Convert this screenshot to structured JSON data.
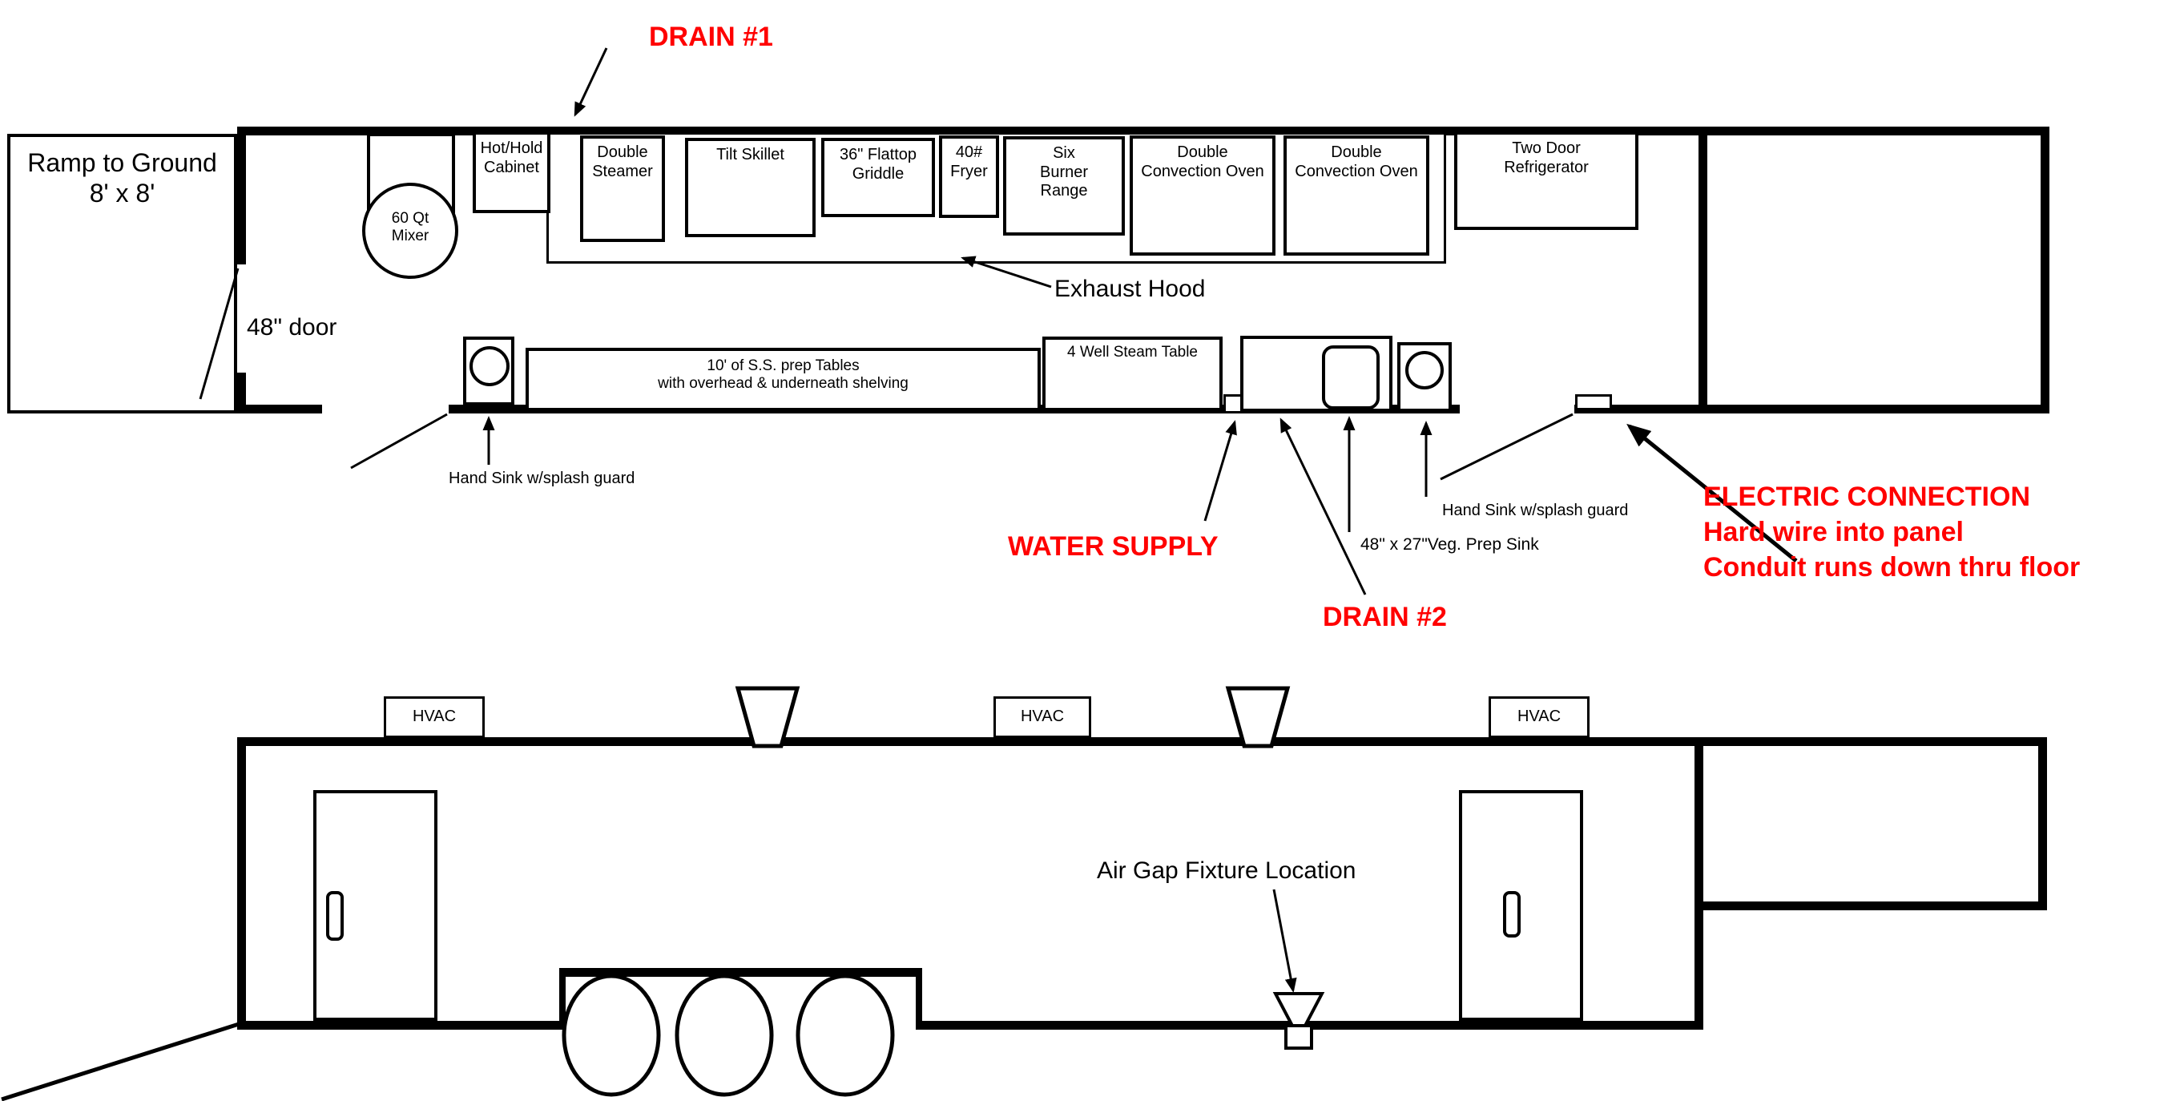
{
  "title": "Concession trailer kitchen floor plan",
  "colors": {
    "line": "#000000",
    "annotation_red": "#ff0000",
    "background": "#ffffff"
  },
  "top_view": {
    "ramp_label": "Ramp to Ground\n8' x 8'",
    "door_label": "48\" door",
    "drain1_label": "DRAIN #1",
    "exhaust_hood_label": "Exhaust Hood",
    "equipment": [
      {
        "name": "60-qt-mixer",
        "label": "60 Qt\nMixer"
      },
      {
        "name": "hot-hold-cabinet",
        "label": "Hot/Hold\nCabinet"
      },
      {
        "name": "double-steamer",
        "label": "Double\nSteamer"
      },
      {
        "name": "tilt-skillet",
        "label": "Tilt Skillet"
      },
      {
        "name": "flattop-griddle",
        "label": "36\" Flattop\nGriddle"
      },
      {
        "name": "fryer",
        "label": "40#\nFryer"
      },
      {
        "name": "six-burner-range",
        "label": "Six\nBurner\nRange"
      },
      {
        "name": "convection-oven-1",
        "label": "Double\nConvection Oven"
      },
      {
        "name": "convection-oven-2",
        "label": "Double\nConvection Oven"
      },
      {
        "name": "refrigerator",
        "label": "Two Door\nRefrigerator"
      }
    ],
    "counter": {
      "hand_sink_1_label": "Hand Sink w/splash guard",
      "prep_table_label": "10' of S.S. prep Tables\nwith overhead & underneath shelving",
      "steam_table_label": "4 Well Steam Table",
      "water_supply_label": "WATER SUPPLY",
      "drain2_label": "DRAIN #2",
      "veg_sink_label": "48\" x 27\"Veg. Prep Sink",
      "hand_sink_2_label": "Hand Sink w/splash guard"
    },
    "electric_note": "ELECTRIC CONNECTION\nHard wire into panel\nConduit runs down thru floor"
  },
  "bottom_view": {
    "hvac_labels": [
      "HVAC",
      "HVAC",
      "HVAC"
    ],
    "air_gap_label": "Air Gap Fixture Location"
  }
}
